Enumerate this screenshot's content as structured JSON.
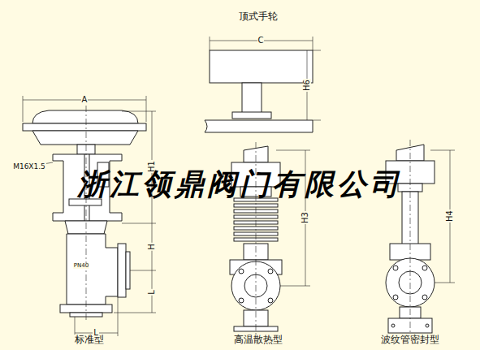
{
  "diagram": {
    "labels": [
      "顶式手轮",
      "标准型",
      "高温散热型",
      "波纹管密封型",
      "A",
      "M16X1.5",
      "H1",
      "H",
      "L",
      "L",
      "C",
      "H6",
      "H3",
      "H4",
      "PN40",
      "浙江领鼎阀门有限公司"
    ]
  }
}
